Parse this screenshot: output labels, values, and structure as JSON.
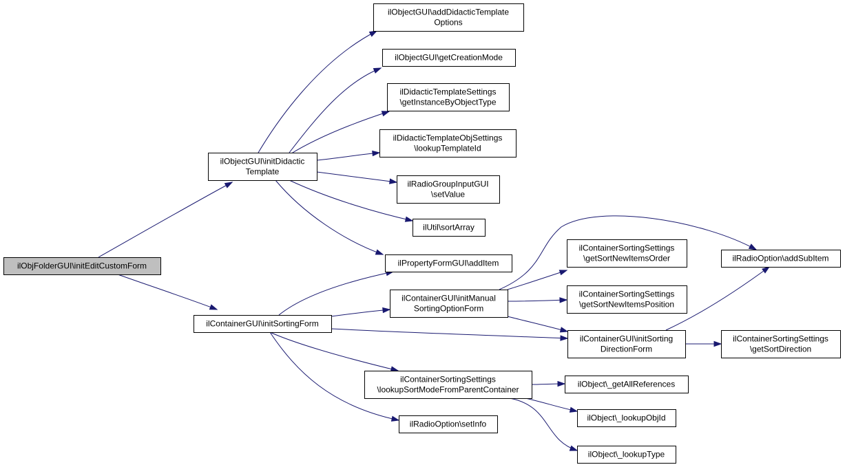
{
  "graph": {
    "colors": {
      "edge": "#191970",
      "root_fill": "#bfbfbf",
      "node_fill": "#ffffff",
      "border": "#000000"
    },
    "nodes": [
      {
        "id": "n0",
        "lines": [
          "ilObjFolderGUI\\initEditCustomForm"
        ]
      },
      {
        "id": "n1",
        "lines": [
          "ilObjectGUI\\initDidactic",
          "Template"
        ]
      },
      {
        "id": "n2",
        "lines": [
          "ilContainerGUI\\initSortingForm"
        ]
      },
      {
        "id": "n3",
        "lines": [
          "ilObjectGUI\\addDidacticTemplate",
          "Options"
        ]
      },
      {
        "id": "n4",
        "lines": [
          "ilObjectGUI\\getCreationMode"
        ]
      },
      {
        "id": "n5",
        "lines": [
          "ilDidacticTemplateSettings",
          "\\getInstanceByObjectType"
        ]
      },
      {
        "id": "n6",
        "lines": [
          "ilDidacticTemplateObjSettings",
          "\\lookupTemplateId"
        ]
      },
      {
        "id": "n7",
        "lines": [
          "ilRadioGroupInputGUI",
          "\\setValue"
        ]
      },
      {
        "id": "n8",
        "lines": [
          "ilUtil\\sortArray"
        ]
      },
      {
        "id": "n9",
        "lines": [
          "ilPropertyFormGUI\\addItem"
        ]
      },
      {
        "id": "n10",
        "lines": [
          "ilContainerGUI\\initManual",
          "SortingOptionForm"
        ]
      },
      {
        "id": "n11",
        "lines": [
          "ilContainerSortingSettings",
          "\\lookupSortModeFromParentContainer"
        ]
      },
      {
        "id": "n12",
        "lines": [
          "ilRadioOption\\setInfo"
        ]
      },
      {
        "id": "n13",
        "lines": [
          "ilContainerSortingSettings",
          "\\getSortNewItemsOrder"
        ]
      },
      {
        "id": "n14",
        "lines": [
          "ilContainerSortingSettings",
          "\\getSortNewItemsPosition"
        ]
      },
      {
        "id": "n15",
        "lines": [
          "ilContainerGUI\\initSorting",
          "DirectionForm"
        ]
      },
      {
        "id": "n16",
        "lines": [
          "ilObject\\_getAllReferences"
        ]
      },
      {
        "id": "n17",
        "lines": [
          "ilObject\\_lookupObjId"
        ]
      },
      {
        "id": "n18",
        "lines": [
          "ilObject\\_lookupType"
        ]
      },
      {
        "id": "n19",
        "lines": [
          "ilRadioOption\\addSubItem"
        ]
      },
      {
        "id": "n20",
        "lines": [
          "ilContainerSortingSettings",
          "\\getSortDirection"
        ]
      }
    ],
    "edges": [
      {
        "from": "n0",
        "to": "n1"
      },
      {
        "from": "n0",
        "to": "n2"
      },
      {
        "from": "n1",
        "to": "n3"
      },
      {
        "from": "n1",
        "to": "n4"
      },
      {
        "from": "n1",
        "to": "n5"
      },
      {
        "from": "n1",
        "to": "n6"
      },
      {
        "from": "n1",
        "to": "n7"
      },
      {
        "from": "n1",
        "to": "n8"
      },
      {
        "from": "n1",
        "to": "n9"
      },
      {
        "from": "n2",
        "to": "n9"
      },
      {
        "from": "n2",
        "to": "n10"
      },
      {
        "from": "n2",
        "to": "n15"
      },
      {
        "from": "n2",
        "to": "n11"
      },
      {
        "from": "n2",
        "to": "n12"
      },
      {
        "from": "n10",
        "to": "n13"
      },
      {
        "from": "n10",
        "to": "n14"
      },
      {
        "from": "n10",
        "to": "n15"
      },
      {
        "from": "n10",
        "to": "n19"
      },
      {
        "from": "n15",
        "to": "n19"
      },
      {
        "from": "n15",
        "to": "n20"
      },
      {
        "from": "n11",
        "to": "n16"
      },
      {
        "from": "n11",
        "to": "n17"
      },
      {
        "from": "n11",
        "to": "n18"
      }
    ]
  }
}
